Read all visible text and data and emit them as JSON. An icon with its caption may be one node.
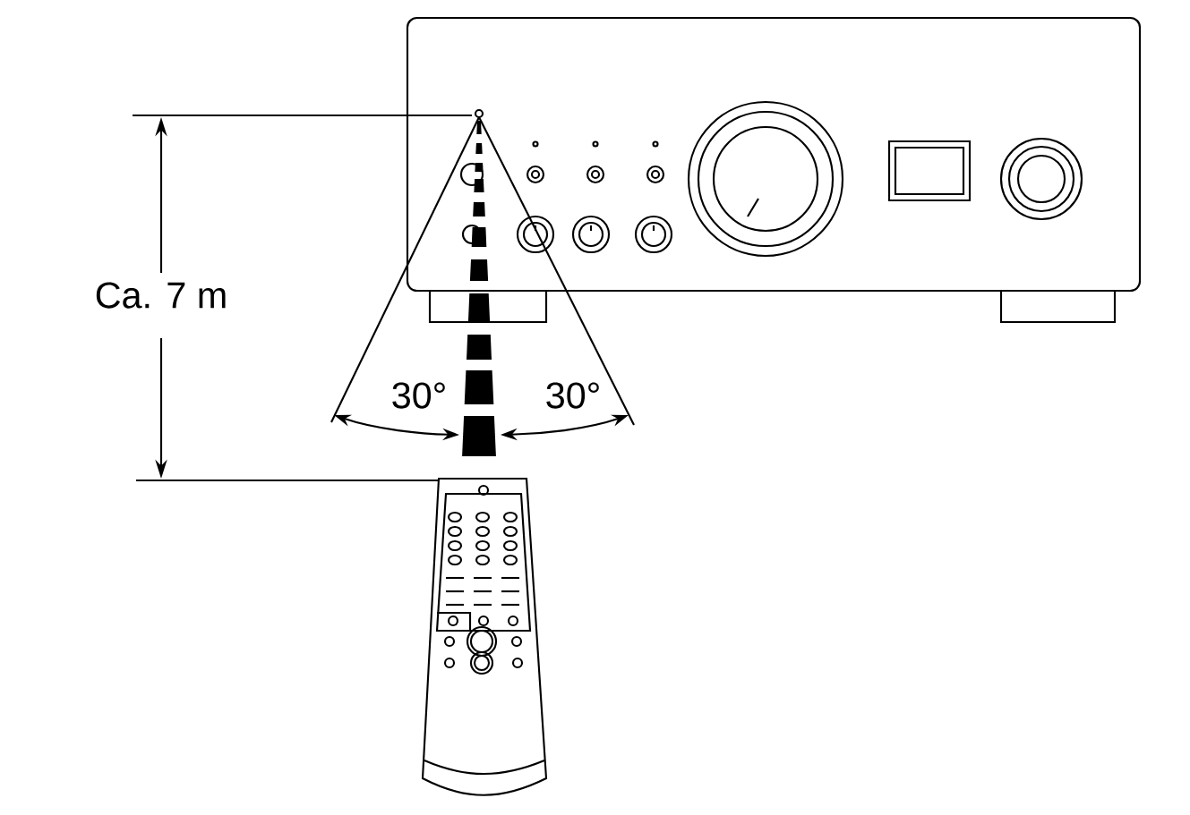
{
  "diagram": {
    "labels": [
      "Ca. 7 m",
      "30°",
      "30°"
    ]
  }
}
